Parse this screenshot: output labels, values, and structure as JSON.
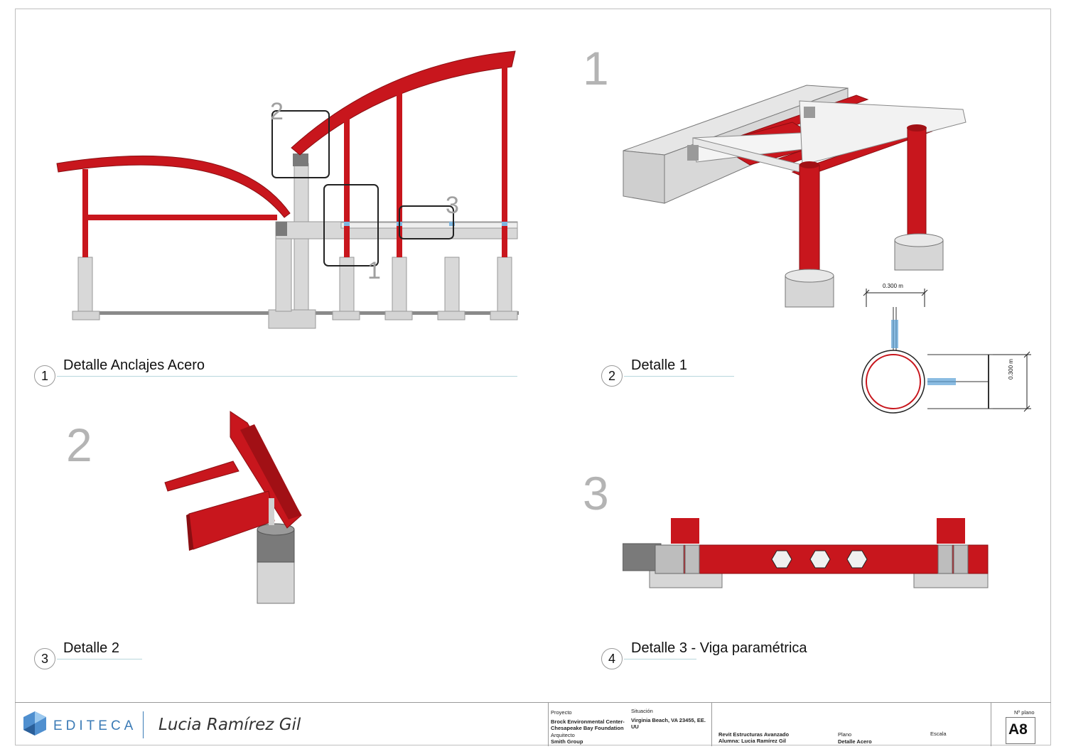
{
  "views": [
    {
      "number": "1",
      "title": "Detalle Anclajes Acero"
    },
    {
      "number": "2",
      "title": "Detalle 1"
    },
    {
      "number": "3",
      "title": "Detalle 2"
    },
    {
      "number": "4",
      "title": "Detalle 3 - Viga paramétrica"
    }
  ],
  "view_marks": {
    "d1": "1",
    "d2": "2",
    "d3": "3"
  },
  "callouts": {
    "c1": "1",
    "c2": "2",
    "c3": "3"
  },
  "dimensions": {
    "top": "0.300 m",
    "side": "0.300 m"
  },
  "title_block": {
    "logo": "EDITECA",
    "author": "Lucia Ramírez Gil",
    "proyecto_label": "Proyecto",
    "proyecto_line1": "Brock Environmental Center-",
    "proyecto_line2": "Chesapeake Bay Foundation",
    "arquitecto_label": "Arquitecto",
    "arquitecto": "Smith Group",
    "situacion_label": "Situación",
    "situacion_line1": "Virginia Beach, VA 23455, EE.",
    "situacion_line2": "UU",
    "curso_line1": "Revit Estructuras Avanzado",
    "curso_line2": "Alumna: Lucia Ramírez Gil",
    "plano_label": "Plano",
    "plano": "Detalle Acero",
    "escala_label": "Escala",
    "no_plano_label": "Nº plano",
    "sheet_number": "A8"
  },
  "colors": {
    "steel": "#c8161d",
    "concrete": "#cfcfcf",
    "dark_steel": "#7a7a7a",
    "primary_accent": "#3b7bb6"
  }
}
